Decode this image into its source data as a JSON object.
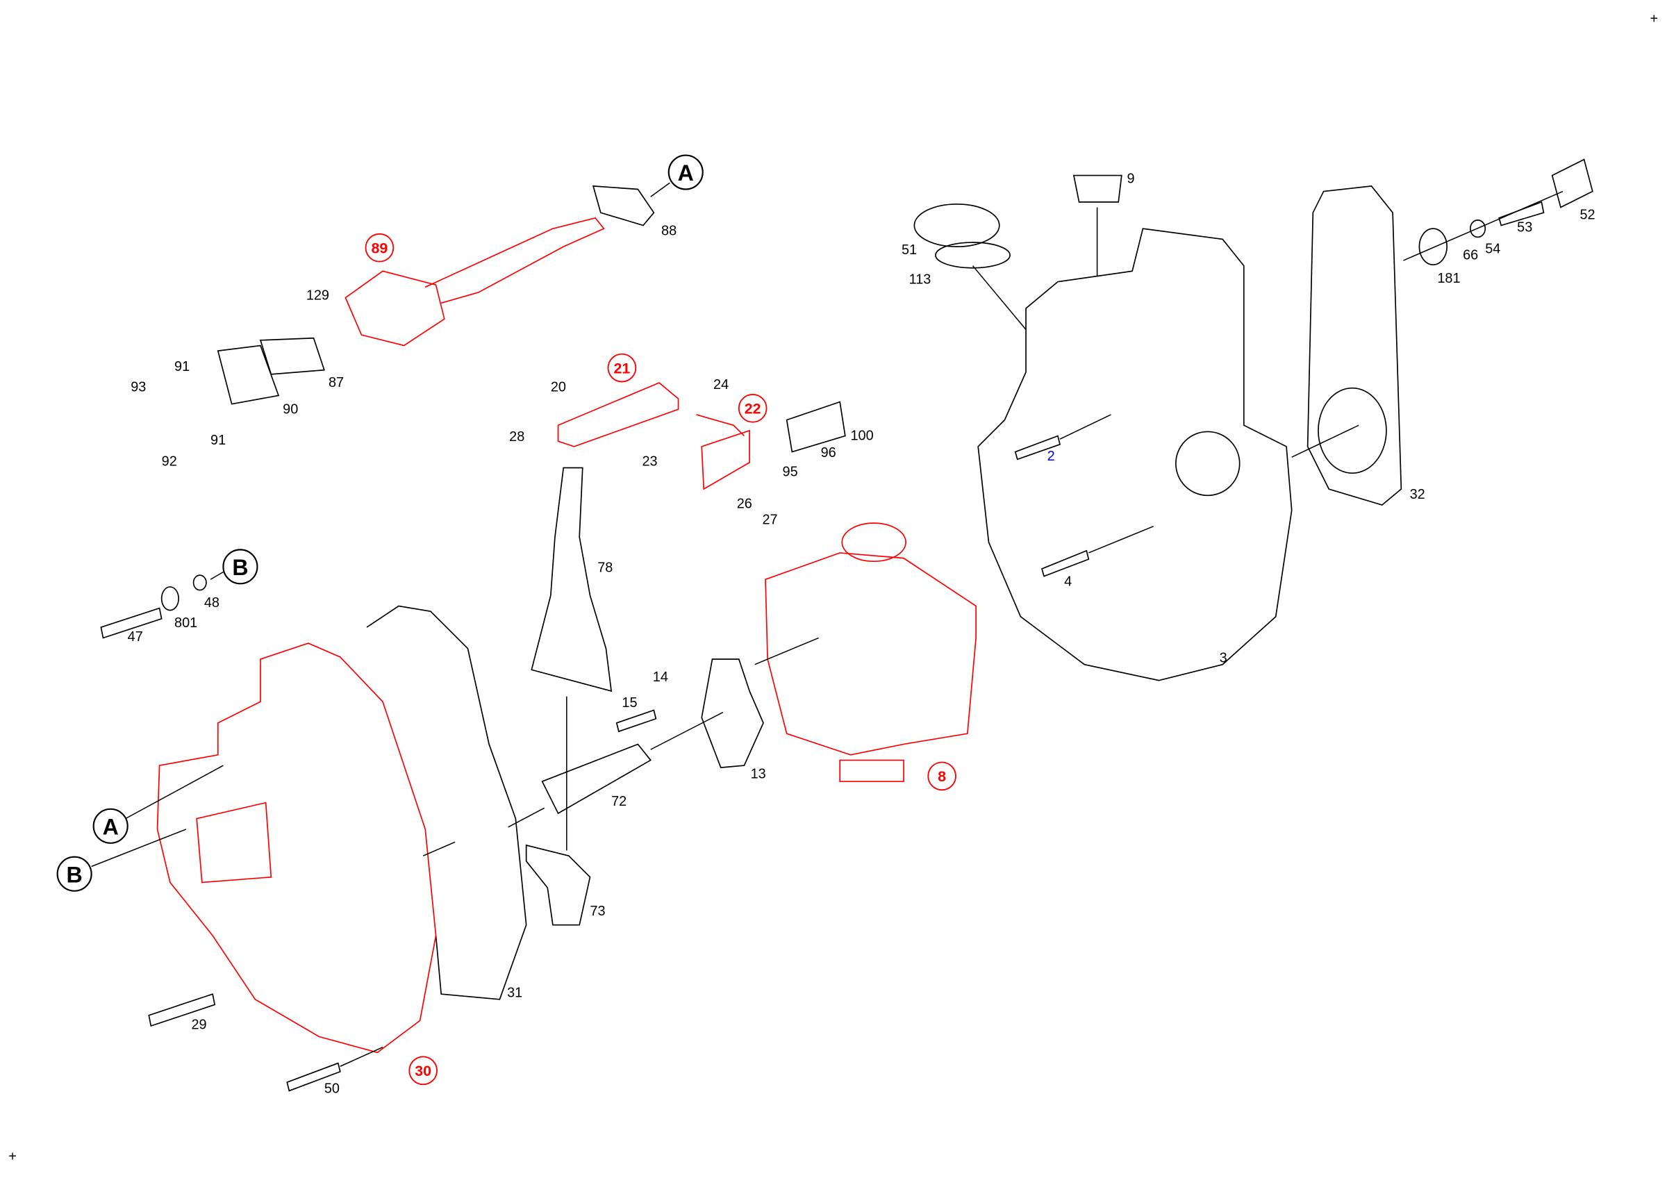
{
  "diagram": {
    "corner_marks": [
      "+",
      "+"
    ],
    "colors": {
      "highlight": "#ff0000",
      "normal": "#000000",
      "selected": "#0000ff"
    },
    "reference_markers": {
      "A": "A",
      "B": "B"
    },
    "highlighted_parts": [
      "89",
      "21",
      "22",
      "8",
      "30"
    ],
    "selected_part": "2",
    "part_labels": {
      "p88": "88",
      "p129": "129",
      "p91a": "91",
      "p93": "93",
      "p87": "87",
      "p90": "90",
      "p92": "92",
      "p91b": "91",
      "p20": "20",
      "p28": "28",
      "p24": "24",
      "p23": "23",
      "p95": "95",
      "p96": "96",
      "p100": "100",
      "p26": "26",
      "p27": "27",
      "p78": "78",
      "p47": "47",
      "p801": "801",
      "p48": "48",
      "p14": "14",
      "p15": "15",
      "p13": "13",
      "p72": "72",
      "p73": "73",
      "p31": "31",
      "p29": "29",
      "p50": "50",
      "p9": "9",
      "p51": "51",
      "p113": "113",
      "p181": "181",
      "p66": "66",
      "p54": "54",
      "p53": "53",
      "p52": "52",
      "p32": "32",
      "p2": "2",
      "p4": "4",
      "p3": "3",
      "p89": "89",
      "p21": "21",
      "p22": "22",
      "p8": "8",
      "p30": "30"
    }
  }
}
